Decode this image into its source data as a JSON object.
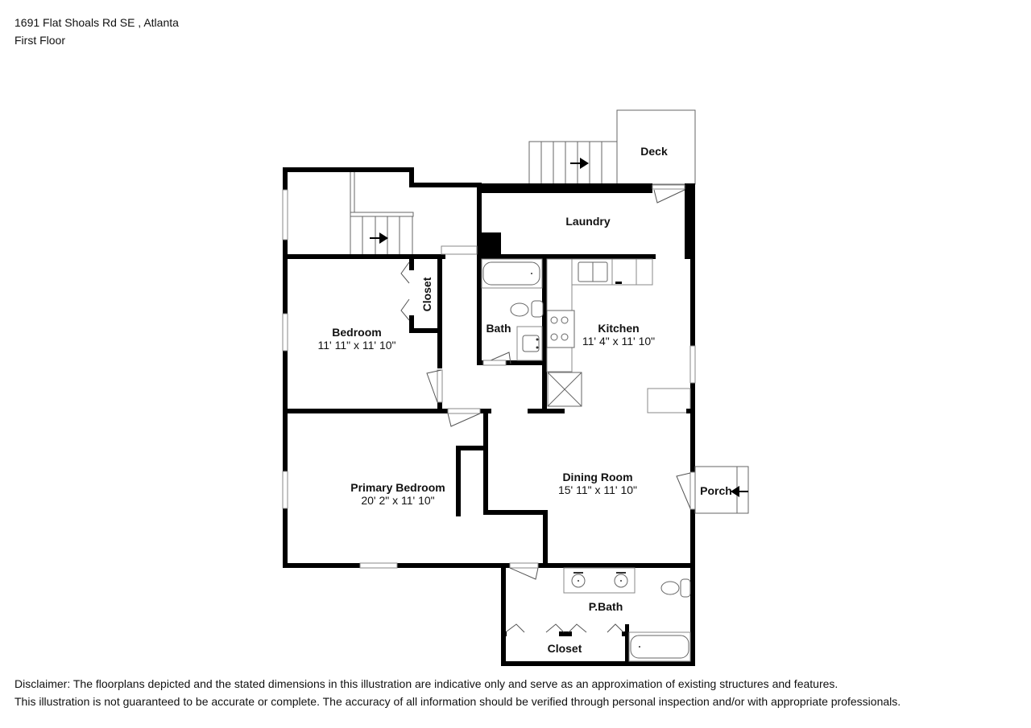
{
  "header": {
    "address": "1691 Flat Shoals Rd SE , Atlanta",
    "floor": "First Floor"
  },
  "rooms": [
    {
      "id": "deck",
      "name": "Deck",
      "dims": ""
    },
    {
      "id": "laundry",
      "name": "Laundry",
      "dims": ""
    },
    {
      "id": "closet-bedroom",
      "name": "Closet",
      "dims": ""
    },
    {
      "id": "bedroom",
      "name": "Bedroom",
      "dims": "11' 11\" x 11' 10\""
    },
    {
      "id": "bath",
      "name": "Bath",
      "dims": ""
    },
    {
      "id": "kitchen",
      "name": "Kitchen",
      "dims": "11' 4\" x 11' 10\""
    },
    {
      "id": "primary-bedroom",
      "name": "Primary Bedroom",
      "dims": "20' 2\" x 11' 10\""
    },
    {
      "id": "dining-room",
      "name": "Dining Room",
      "dims": "15' 11\" x 11' 10\""
    },
    {
      "id": "porch",
      "name": "Porch",
      "dims": ""
    },
    {
      "id": "pbath",
      "name": "P.Bath",
      "dims": ""
    },
    {
      "id": "closet-pbath",
      "name": "Closet",
      "dims": ""
    }
  ],
  "disclaimer": {
    "line1": "Disclaimer: The floorplans depicted and the stated dimensions in this illustration are indicative only and serve as an approximation of existing structures and features.",
    "line2": "This illustration is not guaranteed to be accurate or complete. The accuracy of all information should be verified through personal inspection and/or with appropriate professionals."
  },
  "colors": {
    "wall": "#000000",
    "fixture_line": "#555555",
    "background": "#ffffff"
  },
  "icons": [
    "stair-arrow-icon",
    "door-swing-icon",
    "window-icon",
    "bathtub-icon",
    "toilet-icon",
    "sink-icon",
    "stove-icon",
    "fridge-icon"
  ]
}
